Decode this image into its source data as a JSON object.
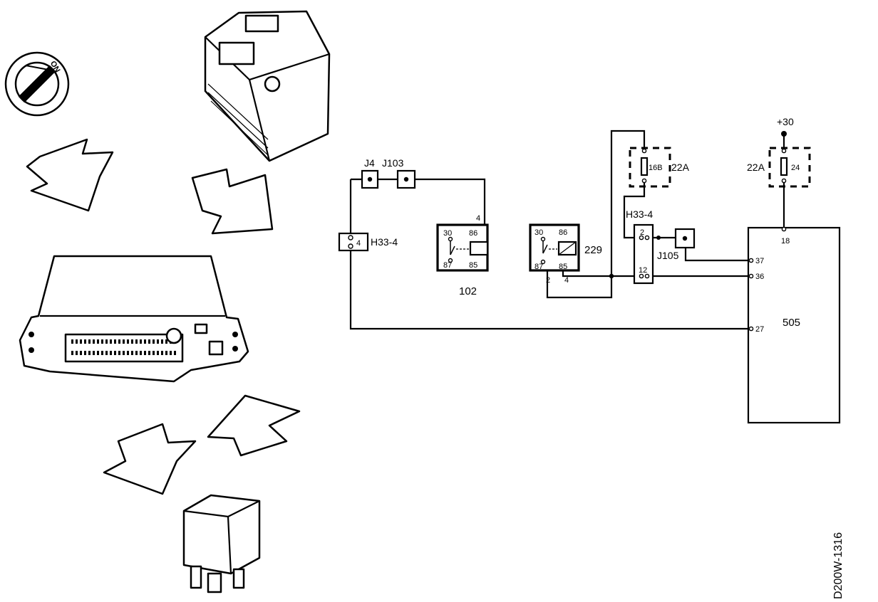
{
  "ignition": {
    "label": "ON"
  },
  "connectors": {
    "j4": "J4",
    "j103": "J103",
    "j105": "J105",
    "h33_left": "H33-4",
    "h33_right": "H33-4",
    "h33_left_pin": "4",
    "h33_right_pin_top": "2",
    "h33_right_pin_bottom": "12"
  },
  "relay_102": {
    "label": "102",
    "pin_top": "4",
    "terminals": {
      "t30": "30",
      "t86": "86",
      "t87": "87",
      "t85": "85"
    }
  },
  "relay_229": {
    "label": "229",
    "terminals": {
      "t30": "30",
      "t86": "86",
      "t87": "87",
      "t85": "85"
    },
    "pin_left": "2",
    "pin_right": "4"
  },
  "fuse_left": {
    "number": "16B",
    "box": "22A"
  },
  "fuse_right": {
    "number": "24",
    "box": "22A",
    "supply": "+30"
  },
  "ecu_505": {
    "label": "505",
    "pins": {
      "p18": "18",
      "p37": "37",
      "p36": "36",
      "p27": "27"
    }
  },
  "figure_code": "D200W-1316"
}
